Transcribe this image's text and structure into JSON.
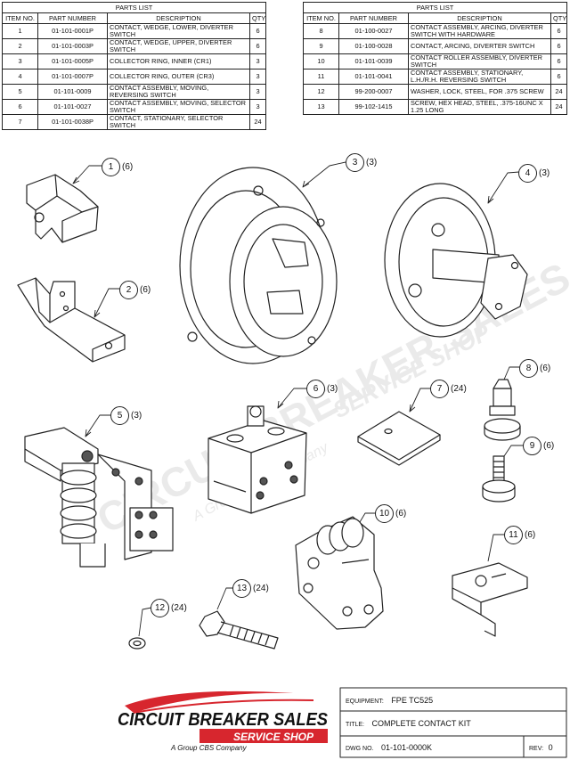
{
  "parts_list_title": "PARTS LIST",
  "columns": {
    "item": "ITEM NO.",
    "part": "PART NUMBER",
    "desc": "DESCRIPTION",
    "qty": "QTY"
  },
  "parts_left": [
    {
      "item": "1",
      "part": "01-101-0001P",
      "desc": "CONTACT, WEDGE, LOWER, DIVERTER SWITCH",
      "qty": "6"
    },
    {
      "item": "2",
      "part": "01-101-0003P",
      "desc": "CONTACT, WEDGE, UPPER, DIVERTER SWITCH",
      "qty": "6"
    },
    {
      "item": "3",
      "part": "01-101-0005P",
      "desc": "COLLECTOR RING, INNER (CR1)",
      "qty": "3"
    },
    {
      "item": "4",
      "part": "01-101-0007P",
      "desc": "COLLECTOR RING, OUTER (CR3)",
      "qty": "3"
    },
    {
      "item": "5",
      "part": "01-101-0009",
      "desc": "CONTACT ASSEMBLY, MOVING, REVERSING SWITCH",
      "qty": "3"
    },
    {
      "item": "6",
      "part": "01-101-0027",
      "desc": "CONTACT ASSEMBLY, MOVING, SELECTOR SWITCH",
      "qty": "3"
    },
    {
      "item": "7",
      "part": "01-101-0038P",
      "desc": "CONTACT, STATIONARY, SELECTOR SWITCH",
      "qty": "24"
    }
  ],
  "parts_right": [
    {
      "item": "8",
      "part": "01-100-0027",
      "desc": "CONTACT ASSEMBLY, ARCING, DIVERTER SWITCH WITH HARDWARE",
      "qty": "6"
    },
    {
      "item": "9",
      "part": "01-100-0028",
      "desc": "CONTACT, ARCING, DIVERTER SWITCH",
      "qty": "6"
    },
    {
      "item": "10",
      "part": "01-101-0039",
      "desc": "CONTACT ROLLER ASSEMBLY, DIVERTER SWITCH",
      "qty": "6"
    },
    {
      "item": "11",
      "part": "01-101-0041",
      "desc": "CONTACT ASSEMBLY, STATIONARY, L.H./R.H. REVERSING SWITCH",
      "qty": "6"
    },
    {
      "item": "12",
      "part": "99-200-0007",
      "desc": "WASHER, LOCK, STEEL, FOR .375 SCREW",
      "qty": "24"
    },
    {
      "item": "13",
      "part": "99-102-1415",
      "desc": "SCREW, HEX HEAD, STEEL, .375-16UNC X 1.25 LONG",
      "qty": "24"
    }
  ],
  "callouts": [
    {
      "num": "1",
      "qty": "(6)"
    },
    {
      "num": "2",
      "qty": "(6)"
    },
    {
      "num": "3",
      "qty": "(3)"
    },
    {
      "num": "4",
      "qty": "(3)"
    },
    {
      "num": "5",
      "qty": "(3)"
    },
    {
      "num": "6",
      "qty": "(3)"
    },
    {
      "num": "7",
      "qty": "(24)"
    },
    {
      "num": "8",
      "qty": "(6)"
    },
    {
      "num": "9",
      "qty": "(6)"
    },
    {
      "num": "10",
      "qty": "(6)"
    },
    {
      "num": "11",
      "qty": "(6)"
    },
    {
      "num": "12",
      "qty": "(24)"
    },
    {
      "num": "13",
      "qty": "(24)"
    }
  ],
  "watermark": {
    "line1": "CIRCUIT BREAKER SALES",
    "line2": "SERVICE SHOP",
    "line3": "A Group CBS Company"
  },
  "logo": {
    "line1": "CIRCUIT BREAKER SALES",
    "line2": "SERVICE SHOP",
    "tagline": "A Group CBS Company",
    "colors": {
      "red": "#d7262e",
      "black": "#111111"
    }
  },
  "title_block": {
    "equipment_label": "EQUIPMENT:",
    "equipment": "FPE TC525",
    "title_label": "TITLE:",
    "title": "COMPLETE CONTACT KIT",
    "dwg_label": "DWG NO.",
    "dwg": "01-101-0000K",
    "rev_label": "REV:",
    "rev": "0"
  }
}
